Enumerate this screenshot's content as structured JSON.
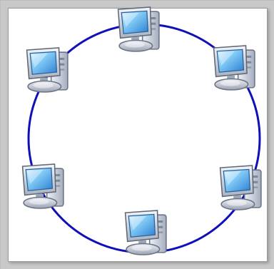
{
  "diagram": {
    "topology": "ring",
    "link_color": "#1010b8",
    "nodes": [
      {
        "id": "computer-top",
        "icon": "desktop-computer-icon"
      },
      {
        "id": "computer-upper-right",
        "icon": "desktop-computer-icon"
      },
      {
        "id": "computer-lower-right",
        "icon": "desktop-computer-icon"
      },
      {
        "id": "computer-bottom",
        "icon": "desktop-computer-icon"
      },
      {
        "id": "computer-lower-left",
        "icon": "desktop-computer-icon"
      },
      {
        "id": "computer-upper-left",
        "icon": "desktop-computer-icon"
      }
    ]
  }
}
